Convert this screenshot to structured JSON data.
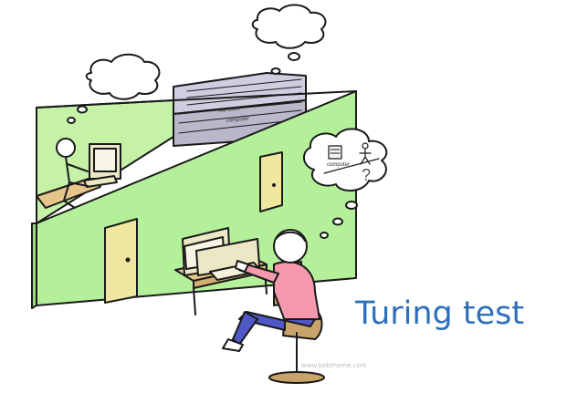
{
  "caption": {
    "text": "Turing test",
    "color": "#2e6fba"
  },
  "illustration": {
    "server_labels": [
      "Mk-CDC",
      "computer"
    ],
    "thought_bubble_label": "computer",
    "question_mark": "?",
    "watermark": "www.bobtheme.com"
  },
  "colors": {
    "wall_green": "#b4f09a",
    "inner_green": "#c6f2a8",
    "door_yellow": "#f1e6a0",
    "shirt_pink": "#f59aae",
    "pants_blue": "#5058c8",
    "desk_tan": "#e6c58a",
    "computer_beige": "#ece8c6",
    "server_grey": "#b9b7c9",
    "outline": "#1a1a1a"
  },
  "icons": [
    "thought-cloud-icon",
    "person-icon",
    "computer-icon",
    "server-icon",
    "door-icon",
    "question-icon"
  ]
}
